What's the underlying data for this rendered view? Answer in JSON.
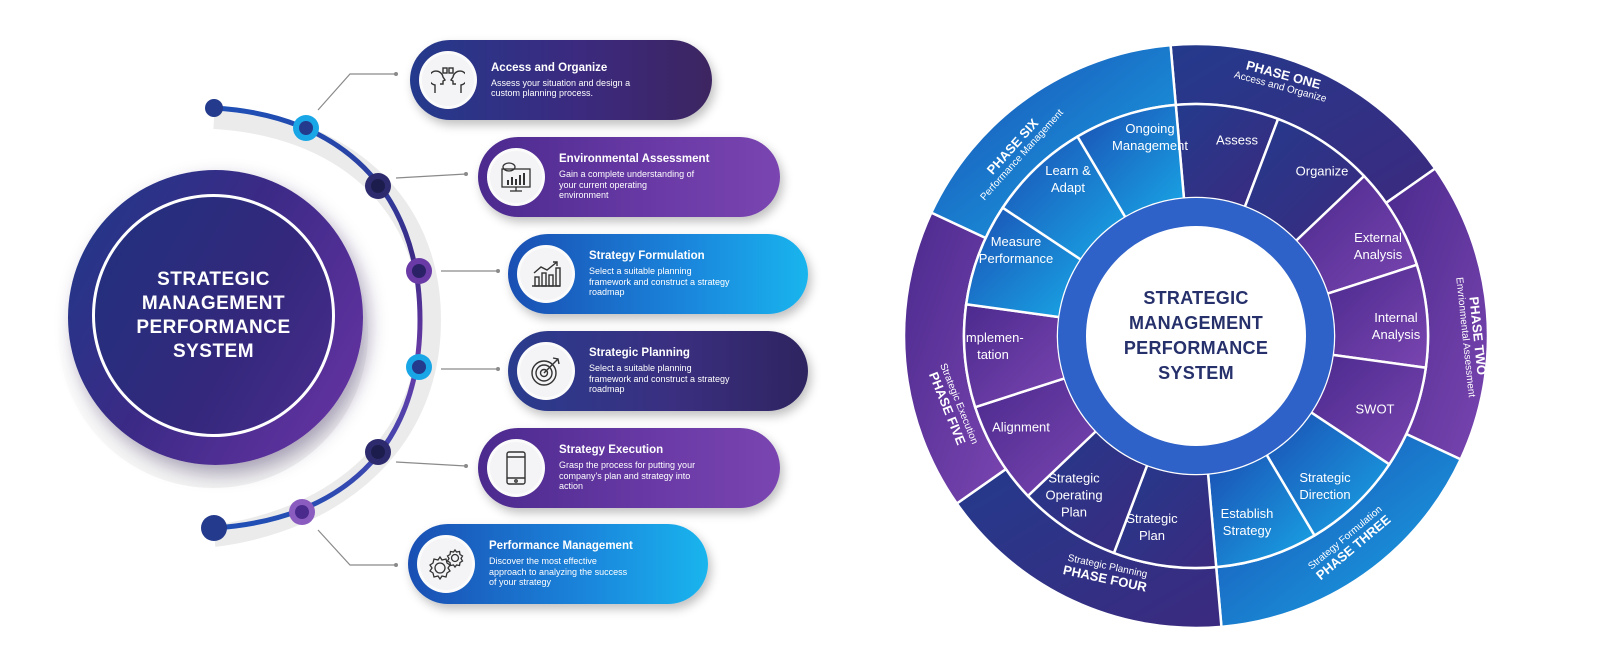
{
  "left_panel": {
    "hub_title": "STRATEGIC\nMANAGEMENT\nPERFORMANCE\nSYSTEM",
    "steps": [
      {
        "title": "Access and Organize",
        "desc": "Assess your situation and design a\ncustom planning process.",
        "icon": "head-exchange-icon",
        "style": "dark"
      },
      {
        "title": "Environmental Assessment",
        "desc": "Gain a complete understanding of\nyour current operating\nenvironment",
        "icon": "monitor-chart-icon",
        "style": "purple"
      },
      {
        "title": "Strategy Formulation",
        "desc": "Select a suitable planning\nframework and construct a strategy\nroadmap",
        "icon": "bar-chart-icon",
        "style": "blue"
      },
      {
        "title": "Strategic Planning",
        "desc": "Select a suitable planning\nframework and construct a strategy\nroadmap",
        "icon": "target-icon",
        "style": "dark"
      },
      {
        "title": "Strategy Execution",
        "desc": "Grasp the process for putting your\ncompany's plan and strategy into\naction",
        "icon": "smartphone-icon",
        "style": "purple"
      },
      {
        "title": "Performance Management",
        "desc": "Discover the most effective\napproach to analyzing the success\nof your strategy",
        "icon": "gears-icon",
        "style": "blue"
      }
    ]
  },
  "right_panel": {
    "center_title": "STRATEGIC\nMANAGEMENT\nPERFORMANCE\nSYSTEM",
    "segments": [
      "Assess",
      "Organize",
      "External\nAnalysis",
      "Internal\nAnalysis",
      "SWOT",
      "Strategic\nDirection",
      "Establish\nStrategy",
      "Strategic\nPlan",
      "Strategic\nOperating\nPlan",
      "Alignment",
      "Implemen-\ntation",
      "Measure\nPerformance",
      "Learn &\nAdapt",
      "Ongoing\nManagement"
    ],
    "phases": [
      {
        "name": "PHASE ONE",
        "sub": "Access and Organize"
      },
      {
        "name": "PHASE TWO",
        "sub": "Envrionmental Assessment"
      },
      {
        "name": "PHASE THREE",
        "sub": "Strategy Formulation"
      },
      {
        "name": "PHASE FOUR",
        "sub": "Strategic Planning"
      },
      {
        "name": "PHASE FIVE",
        "sub": "Strategic Execution"
      },
      {
        "name": "PHASE SIX",
        "sub": "Performance Management"
      }
    ]
  },
  "colors": {
    "dark_navy": "#26306b",
    "purple": "#6a3aa6",
    "blue": "#1a86dc",
    "cyan": "#19b5ee"
  }
}
